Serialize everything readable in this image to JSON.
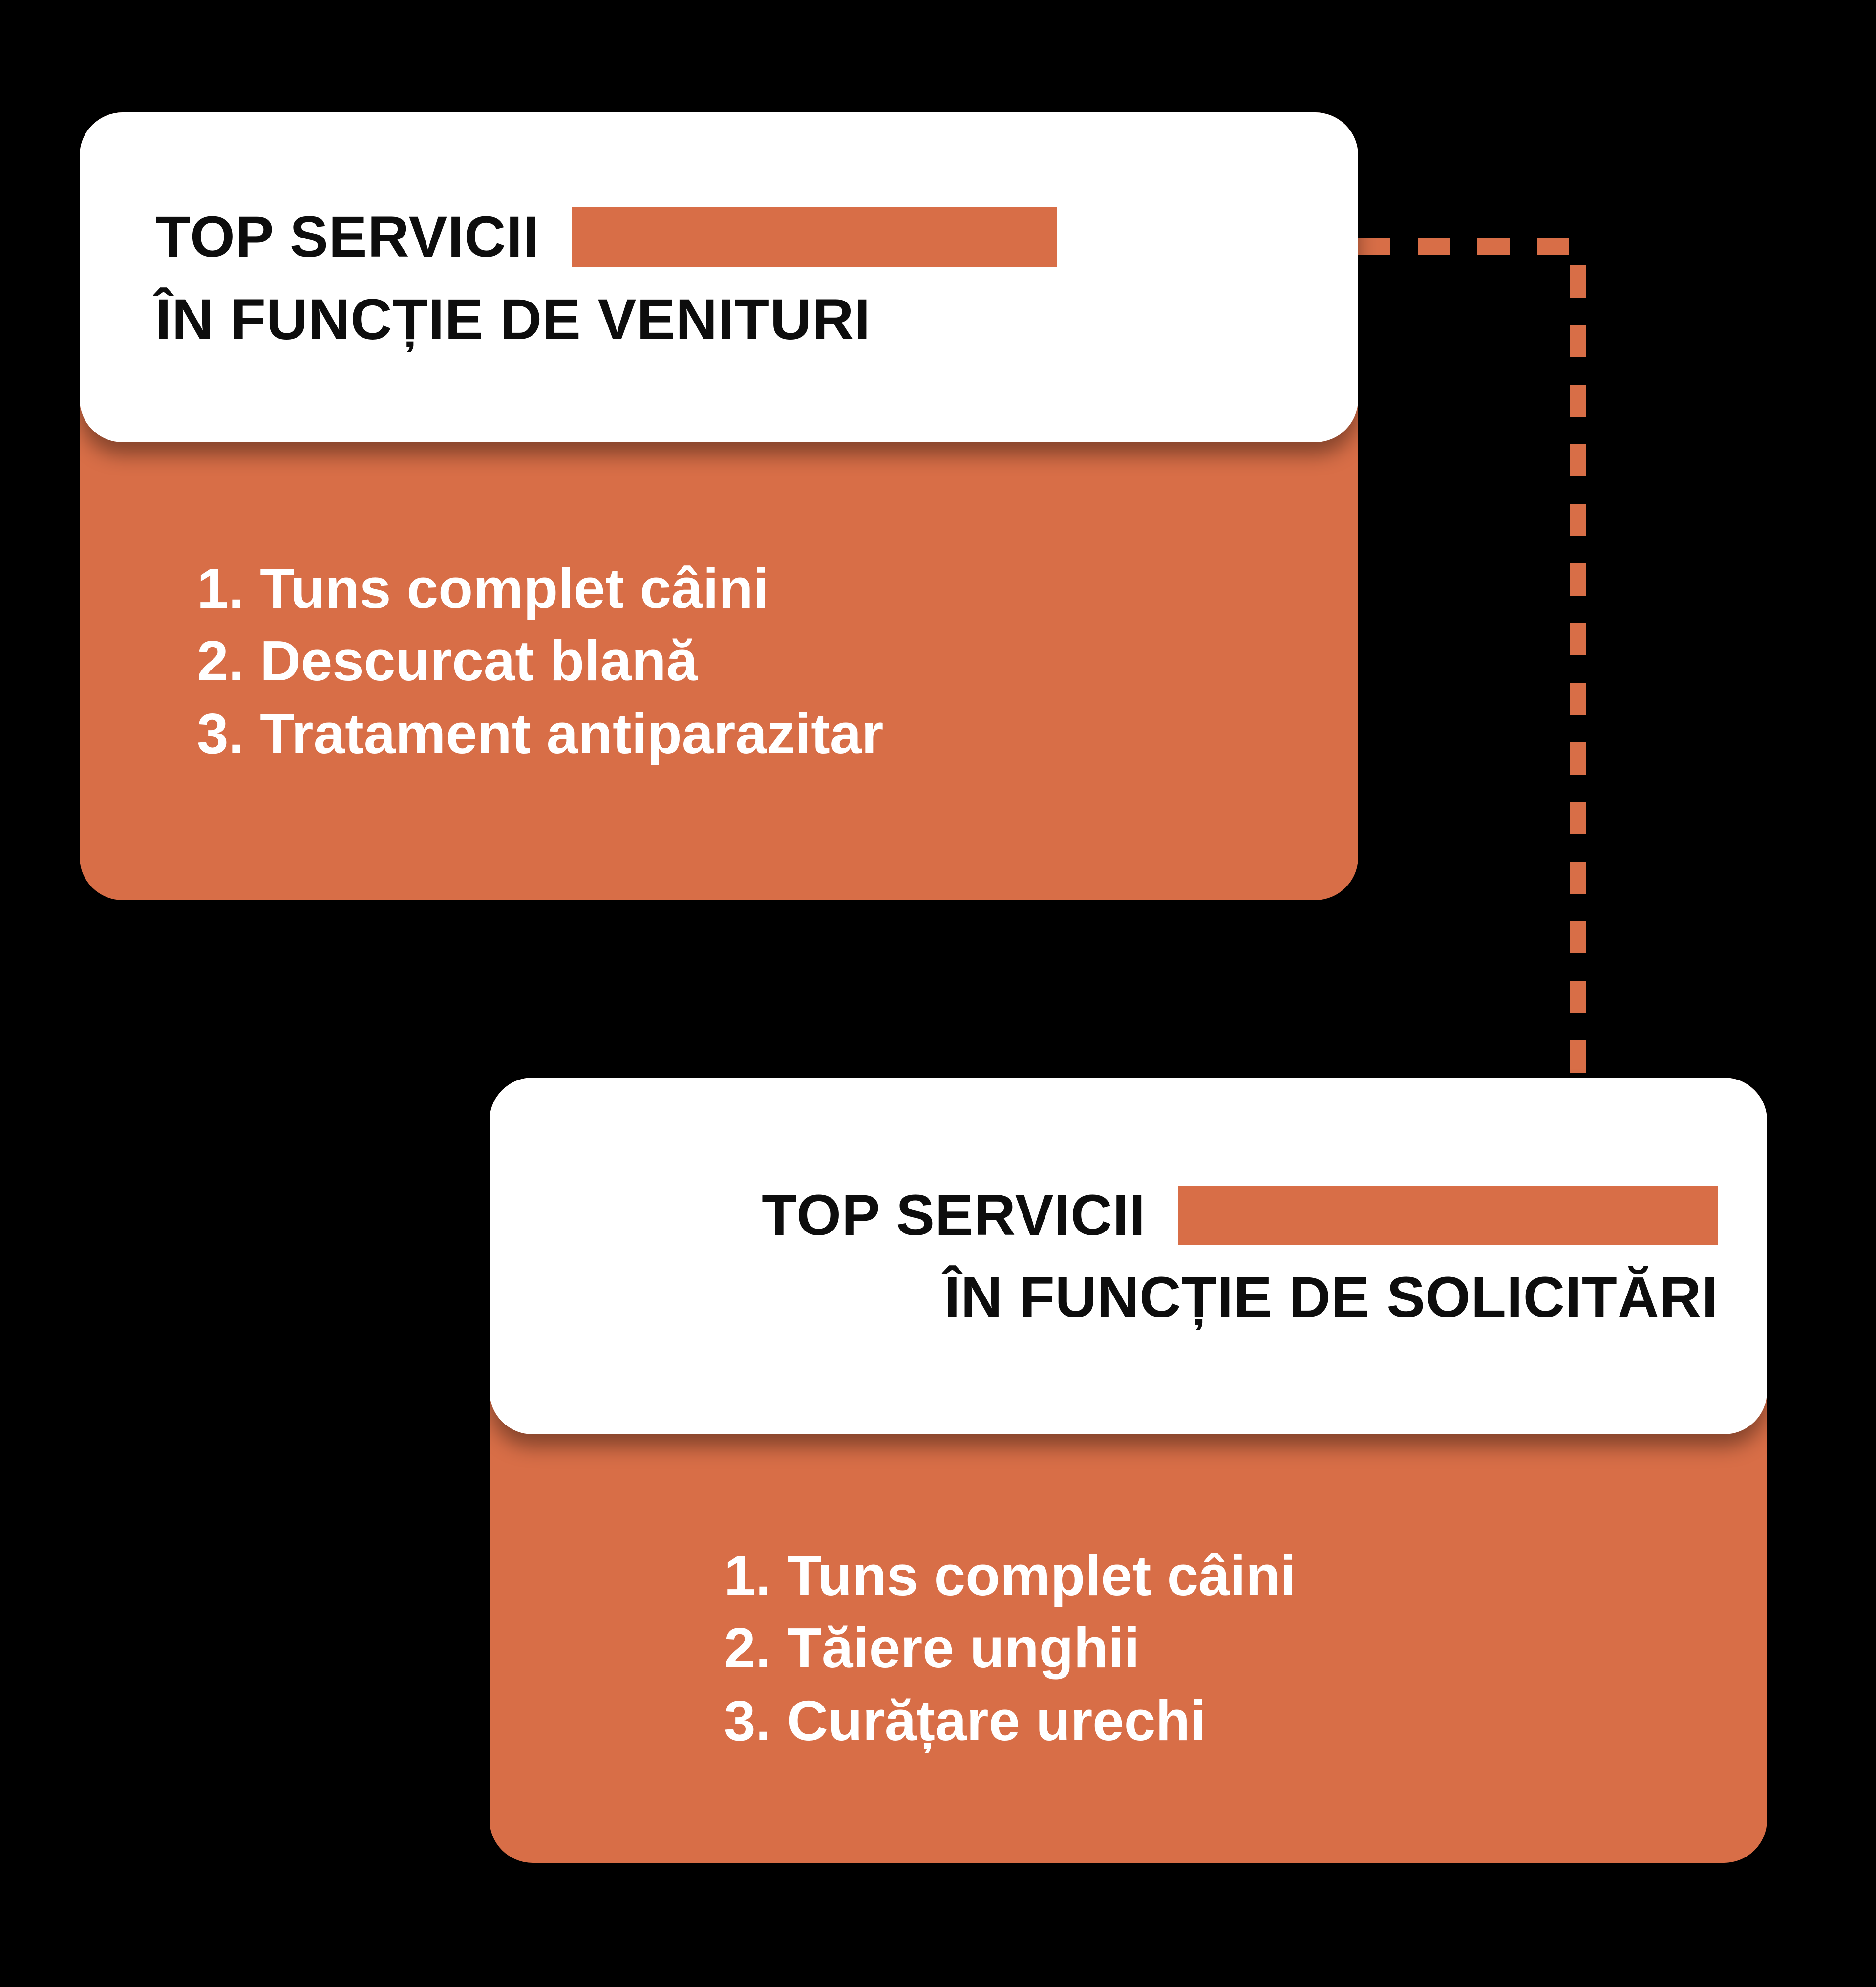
{
  "background_color": "#000000",
  "accent_color": "#D86E47",
  "cards": [
    {
      "id": "revenue",
      "title": "TOP SERVICII",
      "subtitle": "ÎN FUNCȚIE DE VENITURI",
      "accent_bar": "accent-bar",
      "items": [
        "1. Tuns complet câini",
        "2. Descurcat blană",
        "3. Tratament antiparazitar"
      ]
    },
    {
      "id": "requests",
      "title": "TOP SERVICII",
      "subtitle": "ÎN FUNCȚIE DE SOLICITĂRI",
      "accent_bar": "accent-bar",
      "items": [
        "1. Tuns complet câini",
        "2. Tăiere unghii",
        "3. Curățare urechi"
      ]
    }
  ],
  "connector": {
    "style": "dashed",
    "color": "#D86E47",
    "from_card": "revenue",
    "to_card": "requests"
  }
}
